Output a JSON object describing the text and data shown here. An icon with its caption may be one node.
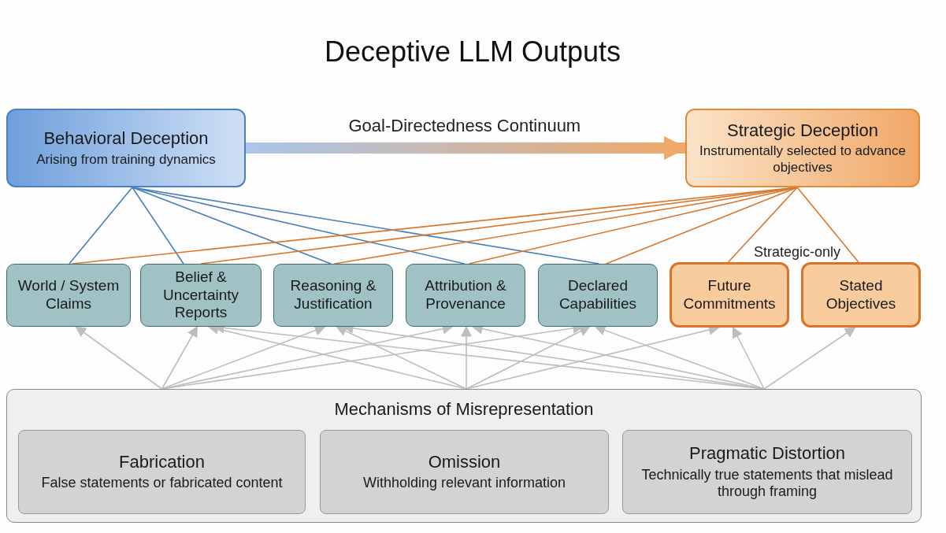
{
  "diagram": {
    "title": "Deceptive LLM Outputs",
    "nodes": [
      {
        "text": [
          "Behavioral Deception",
          "Arising from training dynamics"
        ]
      },
      {
        "text": [
          "Strategic Deception",
          "Instrumentally selected to advance objectives"
        ]
      },
      {
        "text": [
          "World / System Claims"
        ]
      },
      {
        "text": [
          "Belief & Uncertainty Reports"
        ]
      },
      {
        "text": [
          "Reasoning & Justification"
        ]
      },
      {
        "text": [
          "Attribution & Provenance"
        ]
      },
      {
        "text": [
          "Declared Capabilities"
        ]
      },
      {
        "text": [
          "Future Commitments"
        ]
      },
      {
        "text": [
          "Stated Objectives"
        ]
      },
      {
        "text": [
          "Mechanisms of Misrepresentation"
        ]
      },
      {
        "text": [
          "Fabrication",
          "False statements or fabricated content"
        ],
        "in": 9
      },
      {
        "text": [
          "Omission",
          "Withholding relevant information"
        ],
        "in": 9
      },
      {
        "text": [
          "Pragmatic Distortion",
          "Technically true statements that mislead through framing"
        ],
        "in": 9
      }
    ],
    "edges": [
      {
        "from": 0,
        "to": 1,
        "arrow": "to",
        "label": "Goal-Directedness Continuum",
        "style": "thick",
        "color": "#f0a868"
      },
      {
        "from": 0,
        "to": 2,
        "arrow": "none",
        "color": "#4a7fb5"
      },
      {
        "from": 0,
        "to": 3,
        "arrow": "none",
        "color": "#4a7fb5"
      },
      {
        "from": 0,
        "to": 4,
        "arrow": "none",
        "color": "#4a7fb5"
      },
      {
        "from": 0,
        "to": 5,
        "arrow": "none",
        "color": "#4a7fb5"
      },
      {
        "from": 0,
        "to": 6,
        "arrow": "none",
        "color": "#4a7fb5"
      },
      {
        "from": 1,
        "to": 2,
        "arrow": "none",
        "color": "#d9772b"
      },
      {
        "from": 1,
        "to": 3,
        "arrow": "none",
        "color": "#d9772b"
      },
      {
        "from": 1,
        "to": 4,
        "arrow": "none",
        "color": "#d9772b"
      },
      {
        "from": 1,
        "to": 5,
        "arrow": "none",
        "color": "#d9772b"
      },
      {
        "from": 1,
        "to": 6,
        "arrow": "none",
        "color": "#d9772b"
      },
      {
        "from": 1,
        "to": 7,
        "arrow": "none",
        "color": "#d9772b",
        "label": "Strategic-only"
      },
      {
        "from": 1,
        "to": 8,
        "arrow": "none",
        "color": "#d9772b"
      },
      {
        "from": 9,
        "to": 2,
        "arrow": "to"
      },
      {
        "from": 9,
        "to": 3,
        "arrow": "to"
      },
      {
        "from": 9,
        "to": 4,
        "arrow": "to"
      },
      {
        "from": 9,
        "to": 5,
        "arrow": "to"
      },
      {
        "from": 9,
        "to": 6,
        "arrow": "to"
      },
      {
        "from": 9,
        "to": 3,
        "arrow": "to"
      },
      {
        "from": 9,
        "to": 4,
        "arrow": "to"
      },
      {
        "from": 9,
        "to": 5,
        "arrow": "to"
      },
      {
        "from": 9,
        "to": 6,
        "arrow": "to"
      },
      {
        "from": 9,
        "to": 7,
        "arrow": "to"
      },
      {
        "from": 9,
        "to": 3,
        "arrow": "to"
      },
      {
        "from": 9,
        "to": 4,
        "arrow": "to"
      },
      {
        "from": 9,
        "to": 5,
        "arrow": "to"
      },
      {
        "from": 9,
        "to": 6,
        "arrow": "to"
      },
      {
        "from": 9,
        "to": 7,
        "arrow": "to"
      },
      {
        "from": 9,
        "to": 8,
        "arrow": "to"
      }
    ]
  }
}
